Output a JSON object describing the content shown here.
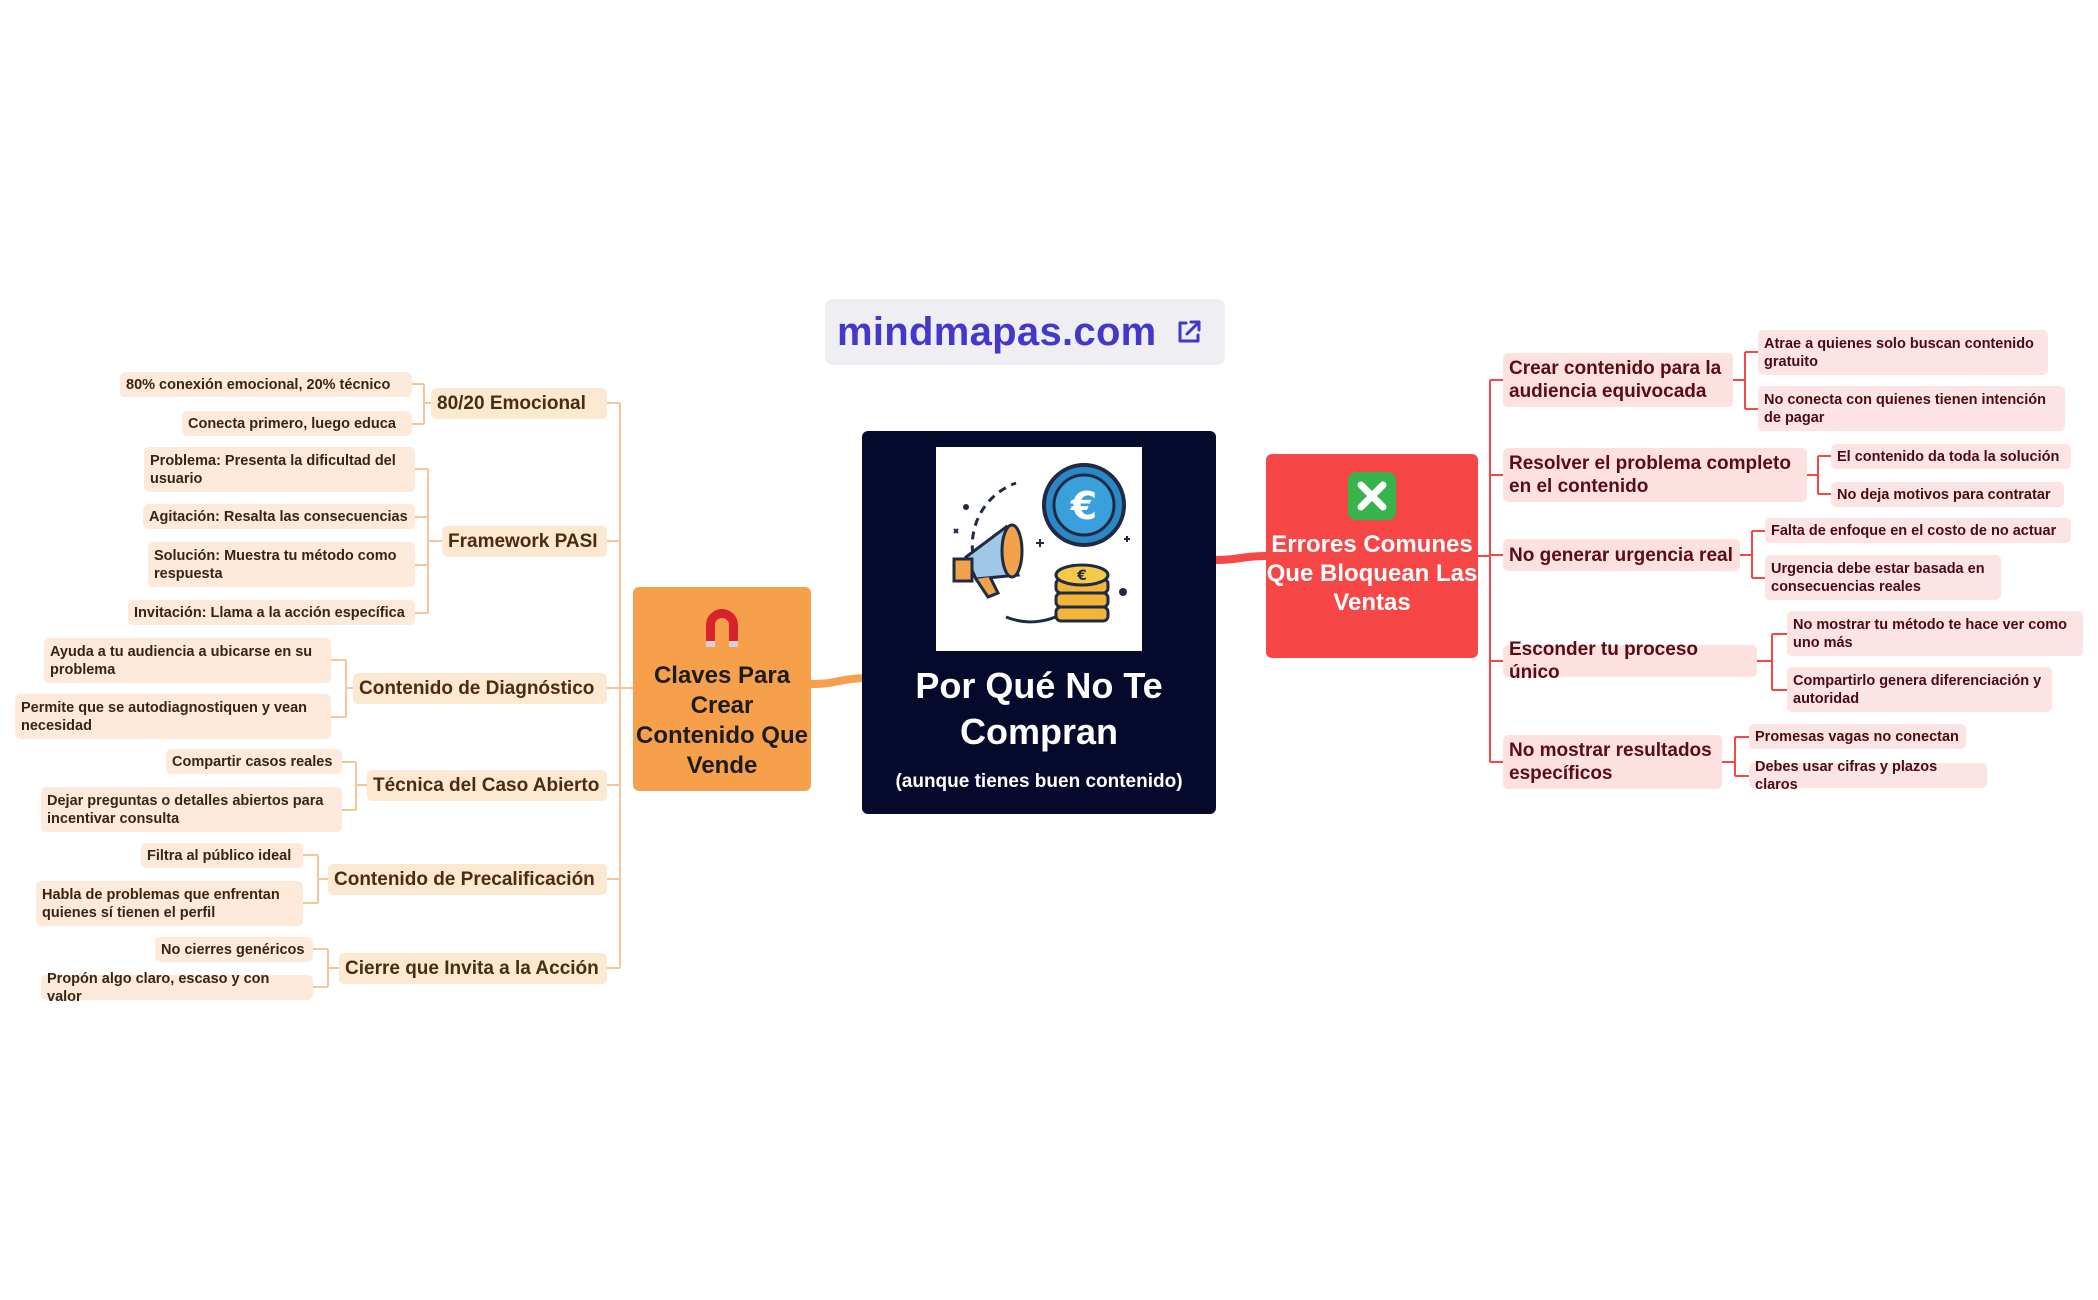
{
  "brand": {
    "text": "mindmapas.com",
    "link_icon": "external-link-icon"
  },
  "center": {
    "title": "Por Qué No Te Compran",
    "subtitle": "(aunque tienes buen contenido)",
    "image_icon": "megaphone-coins-illustration"
  },
  "left": {
    "label": "Claves Para Crear Contenido Que Vende",
    "icon": "magnet-icon",
    "color": "#f7a04b",
    "branches": [
      {
        "label": "80/20 Emocional",
        "children": [
          "80% conexión emocional, 20% técnico",
          "Conecta primero, luego educa"
        ]
      },
      {
        "label": "Framework PASI",
        "children": [
          "Problema: Presenta la dificultad del usuario",
          "Agitación: Resalta las consecuencias",
          "Solución: Muestra tu método como respuesta",
          "Invitación: Llama a la acción específica"
        ]
      },
      {
        "label": "Contenido de Diagnóstico",
        "children": [
          "Ayuda a tu audiencia a ubicarse en su problema",
          "Permite que se autodiagnostiquen y vean necesidad"
        ]
      },
      {
        "label": "Técnica del Caso Abierto",
        "children": [
          "Compartir casos reales",
          "Dejar preguntas o detalles abiertos para incentivar consulta"
        ]
      },
      {
        "label": "Contenido de Precalificación",
        "children": [
          "Filtra al público ideal",
          "Habla de problemas que enfrentan quienes sí tienen el perfil"
        ]
      },
      {
        "label": "Cierre que Invita a la Acción",
        "children": [
          "No cierres genéricos",
          "Propón algo claro, escaso y con valor"
        ]
      }
    ]
  },
  "right": {
    "label": "Errores Comunes Que Bloquean Las Ventas",
    "icon": "cross-mark-icon",
    "color": "#f74646",
    "branches": [
      {
        "label": "Crear contenido para la audiencia equivocada",
        "children": [
          "Atrae a quienes solo buscan contenido gratuito",
          "No conecta con quienes tienen intención de pagar"
        ]
      },
      {
        "label": "Resolver el problema completo en el contenido",
        "children": [
          "El contenido da toda la solución",
          "No deja motivos para contratar"
        ]
      },
      {
        "label": "No generar urgencia real",
        "children": [
          "Falta de enfoque en el costo de no actuar",
          "Urgencia debe estar basada en consecuencias reales"
        ]
      },
      {
        "label": "Esconder tu proceso único",
        "children": [
          "No mostrar tu método te hace ver como uno más",
          "Compartirlo genera diferenciación y autoridad"
        ]
      },
      {
        "label": "No mostrar resultados específicos",
        "children": [
          "Promesas vagas no conectan",
          "Debes usar cifras y plazos claros"
        ]
      }
    ]
  }
}
